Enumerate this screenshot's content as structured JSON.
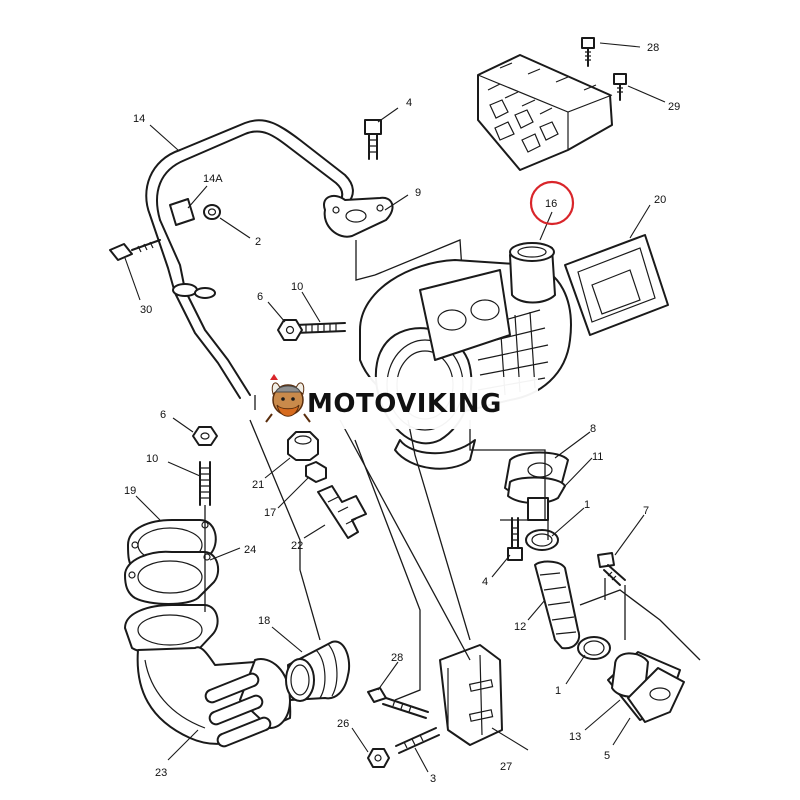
{
  "watermark": {
    "text": "MOTOVIKING",
    "text_color": "#111111"
  },
  "highlight_color": "#d9252a",
  "callouts": {
    "c28_top": "28",
    "c29": "29",
    "c14": "14",
    "c4_top": "4",
    "c14A": "14A",
    "c2": "2",
    "c9": "9",
    "c16": "16",
    "c20": "20",
    "c30": "30",
    "c6_mid": "6",
    "c10_mid": "10",
    "c6_left": "6",
    "c10_left": "10",
    "c19": "19",
    "c24": "24",
    "c21": "21",
    "c17": "17",
    "c22": "22",
    "c8": "8",
    "c11": "11",
    "c1_upper": "1",
    "c7": "7",
    "c4_lower": "4",
    "c12": "12",
    "c18": "18",
    "c28_low": "28",
    "c1_lower": "1",
    "c13": "13",
    "c5": "5",
    "c26": "26",
    "c27": "27",
    "c3": "3",
    "c23": "23"
  }
}
